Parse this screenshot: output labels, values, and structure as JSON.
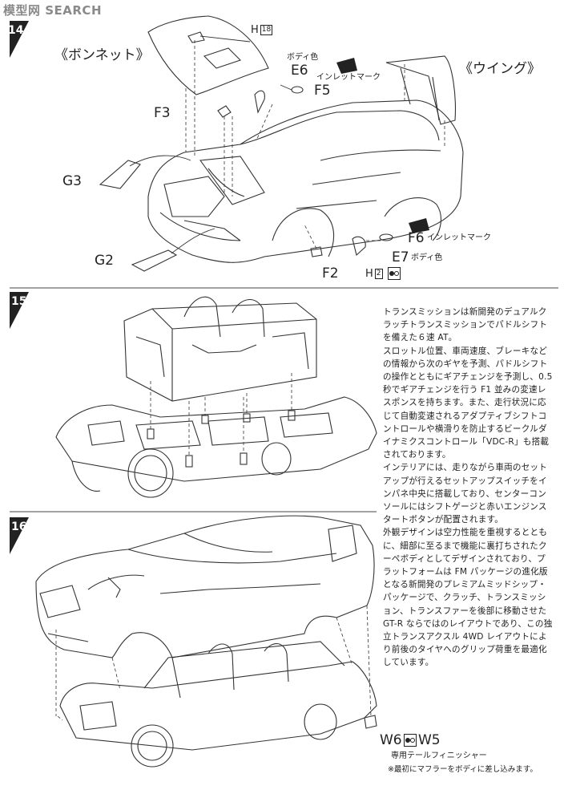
{
  "watermark": "模型网 SEARCH",
  "steps": [
    {
      "number": "14"
    },
    {
      "number": "15"
    },
    {
      "number": "16"
    }
  ],
  "step14": {
    "bonnet_label": "《ボンネット》",
    "wing_label": "《ウイング》",
    "h18_label": "H",
    "h18_num": "18",
    "body_color_1": "ボディ色",
    "e6": "E6",
    "inlet_mark_1": "インレットマーク",
    "f5": "F5",
    "f3": "F3",
    "g3": "G3",
    "g2": "G2",
    "f6": "F6",
    "inlet_mark_2": "インレットマーク",
    "e7": "E7",
    "body_color_2": "ボディ色",
    "f2": "F2",
    "h2_label": "H",
    "h2_num": "2"
  },
  "step16": {
    "w6": "W6",
    "w5": "W5",
    "tail_finisher": "専用テールフィニッシャー",
    "note": "※最初にマフラーをボディに差し込みます。"
  },
  "description": "トランスミッションは新開発のデュアルクラッチトランスミッションでパドルシフトを備えた６速 AT。\nスロットル位置、車両速度、ブレーキなどの情報から次のギヤを予測、パドルシフトの操作とともにギアチェンジを予測し、0.5 秒でギアチェンジを行う F1 並みの変速レスポンスを持ちます。また、走行状況に応じて自動変速されるアダプティブシフトコントロールや横滑りを防止するビークルダイナミクスコントロール「VDC-R」も搭載されております。\nインテリアには、走りながら車両のセットアップが行えるセットアップスイッチをインパネ中央に搭載しており、センターコンソールにはシフトゲージと赤いエンジンスタートボタンが配置されます。\n外観デザインは空力性能を重視するとともに、細部に至るまで機能に裏打ちされたクーペボディとしてデザインされており、プラットフォームは FM パッケージの進化版となる新開発のプレミアムミッドシップ・パッケージで、クラッチ、トランスミッション、トランスファーを後部に移動させた GT-R ならではのレイアウトであり、この独立トランスアクスル 4WD レイアウトにより前後のタイヤへのグリップ荷重を最適化しています。"
}
